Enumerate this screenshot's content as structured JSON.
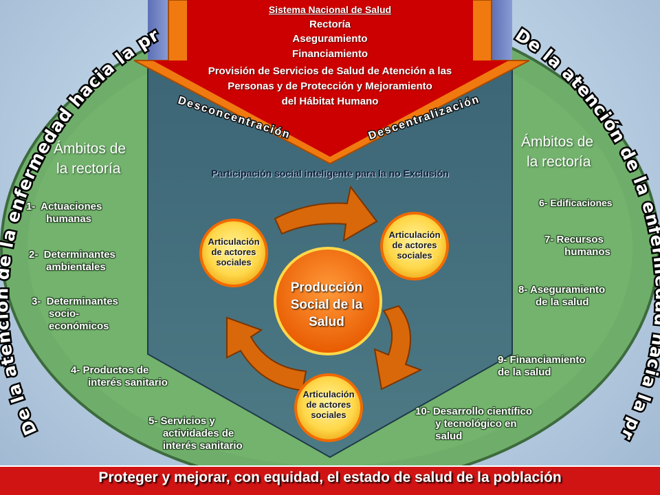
{
  "top": {
    "title": "Sistema Nacional de Salud",
    "lines": [
      "Rectoría",
      "Aseguramiento",
      "Financiamiento"
    ],
    "provision": [
      "Provisión de Servicios de Salud de Atención a las",
      "Personas y de Protección y Mejoramiento",
      "del Hábitat Humano"
    ]
  },
  "arrow_labels": {
    "left": "Desconcentración",
    "right": "Descentralización"
  },
  "arc_text": {
    "left": "De la atención de la enfermedad hacia la promoción de la salud",
    "right": "De la atención de la enfermedad hacia la promoción de la salud"
  },
  "ambitos": {
    "left": [
      "Ámbitos de",
      "la rectoría"
    ],
    "right": [
      "Ámbitos de",
      "la rectoría"
    ]
  },
  "items_left": [
    "1-  Actuaciones\n       humanas",
    "2-  Determinantes\n      ambientales",
    "3-  Determinantes\n      socio-\n      económicos",
    "4- Productos de\n      interés sanitario",
    "5- Servicios y\n     actividades de\n     interés sanitario"
  ],
  "items_right": [
    "6- Edificaciones",
    "7- Recursos\n       humanos",
    "8- Aseguramiento\n      de la salud",
    "9- Financiamiento\nde la salud",
    "10- Desarrollo científico\n       y tecnológico en\n       salud"
  ],
  "participacion": "Participación social inteligente para la no Exclusión",
  "center": [
    "Producción",
    "Social de la",
    "Salud"
  ],
  "nodes": [
    [
      "Articulación",
      "de actores",
      "sociales"
    ],
    [
      "Articulación",
      "de actores",
      "sociales"
    ],
    [
      "Articulación",
      "de actores",
      "sociales"
    ]
  ],
  "bottom": "Proteger y mejorar, con equidad, el estado de salud de la población",
  "colors": {
    "green": "#6fae6a",
    "shield": "#3f6b78",
    "red": "#cc0000",
    "orange": "#f07a10",
    "node_orange": "#f26a00",
    "node_yellow": "#ffd84a",
    "banner": "#d01414"
  }
}
